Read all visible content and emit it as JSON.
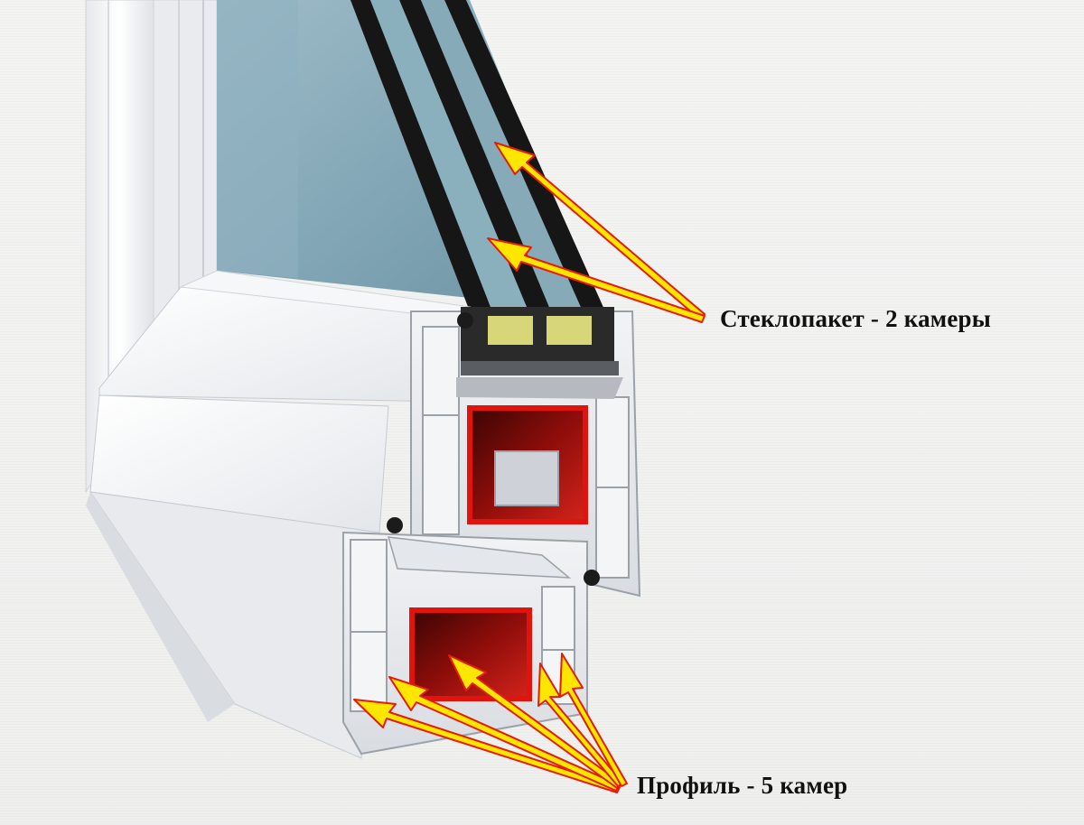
{
  "labels": {
    "glazing": "Стеклопакет - 2 камеры",
    "profile": "Профиль - 5 камер"
  },
  "colors": {
    "background": "#f1f1f0",
    "pvc_white": "#ecedef",
    "pvc_shadow": "#c9cdd3",
    "glass": "#7fa6b6",
    "spacer_black": "#161616",
    "reinforcement_red": "#c0140f",
    "arrow_fill": "#ffe600",
    "arrow_outline": "#e51b0c",
    "desiccant": "#d7d77a"
  },
  "icons": {
    "glazing_arrows": "yellow-arrow-icon",
    "profile_arrows": "yellow-arrow-icon"
  },
  "glazing_chambers": 2,
  "profile_chambers": 5
}
